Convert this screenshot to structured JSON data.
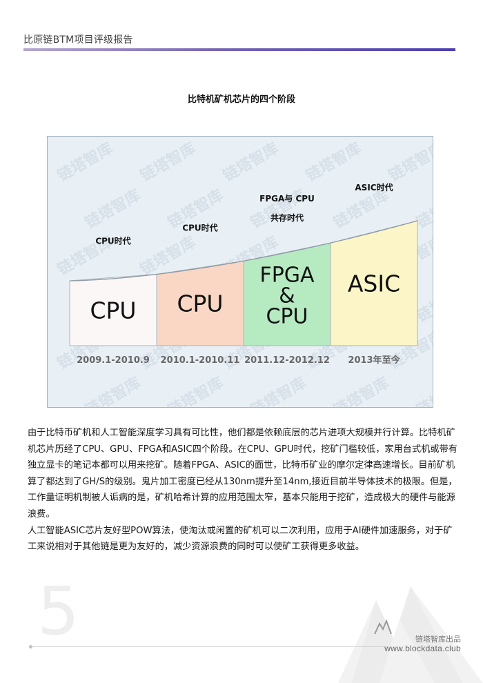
{
  "header": {
    "title": "比原链BTM项目评级报告"
  },
  "figure": {
    "title": "比特机矿机芯片的四个阶段",
    "watermark_text": "链塔智库",
    "stages": [
      {
        "label_lines": [
          "CPU时代"
        ],
        "box_lines": [
          "CPU"
        ],
        "period": "2009.1-2010.9",
        "color": "#fbf7f7"
      },
      {
        "label_lines": [
          "CPU时代"
        ],
        "box_lines": [
          "CPU"
        ],
        "period": "2010.1-2010.11",
        "color": "#f9d7c4"
      },
      {
        "label_lines": [
          "FPGA与 CPU",
          "共存时代"
        ],
        "box_lines": [
          "FPGA",
          "&",
          "CPU"
        ],
        "period": "2011.12-2012.12",
        "color": "#b6eac1"
      },
      {
        "label_lines": [
          "ASIC时代"
        ],
        "box_lines": [
          "ASIC"
        ],
        "period": "2013年至今",
        "color": "#fbf5c8"
      }
    ]
  },
  "body": {
    "paragraphs": [
      "由于比特币矿机和人工智能深度学习具有可比性，他们都是依赖底层的芯片进项大规模并行计算。比特机矿机芯片历经了CPU、GPU、FPGA和ASIC四个阶段。在CPU、GPU时代，挖矿门槛较低，家用台式机或带有独立显卡的笔记本都可以用来挖矿。随着FPGA、ASIC的面世，比特币矿业的摩尔定律高速增长。目前矿机算了都达到了GH/S的级别。鬼片加工密度已经从130nm提升至14nm,接近目前半导体技术的极限。但是，工作量证明机制被人诟病的是，矿机哈希计算的应用范围太窄，基本只能用于挖矿，造成极大的硬件与能源浪费。",
      "人工智能ASIC芯片友好型POW算法，使淘汰或闲置的矿机可以二次利用，应用于AI硬件加速服务，对于矿工来说相对于其他链是更为友好的，减少资源浪费的同时可以使矿工获得更多收益。"
    ]
  },
  "footer": {
    "page_number": "5",
    "brand": "链塔智库出品",
    "url": "www.blockdata.club"
  }
}
